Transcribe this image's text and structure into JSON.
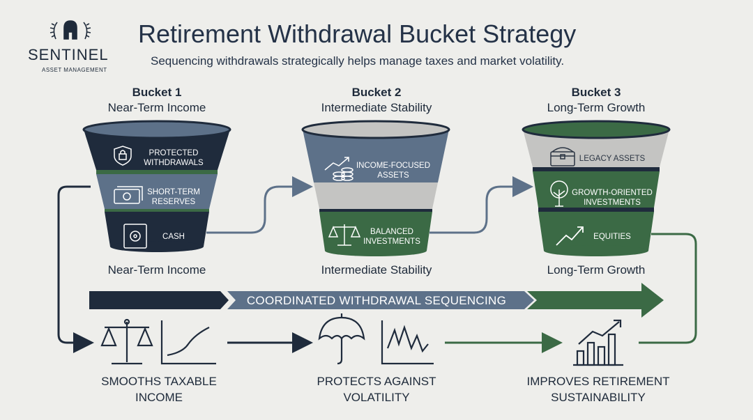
{
  "logo": {
    "name": "SENTINEL",
    "subname": "ASSET MANAGEMENT",
    "icon": "helmet-laurel-icon"
  },
  "header": {
    "title": "Retirement Withdrawal Bucket Strategy",
    "subtitle": "Sequencing withdrawals strategically helps manage taxes and market volatility."
  },
  "buckets": [
    {
      "number": "Bucket 1",
      "name": "Near-Term Income",
      "footer": "Near-Term Income",
      "segments": [
        {
          "label1": "PROTECTED",
          "label2": "WITHDRAWALS",
          "icon": "shield-lock-icon"
        },
        {
          "label1": "SHORT-TERM",
          "label2": "RESERVES",
          "icon": "cash-stack-icon"
        },
        {
          "label1": "CASH",
          "label2": "",
          "icon": "safe-icon"
        }
      ]
    },
    {
      "number": "Bucket 2",
      "name": "Intermediate Stability",
      "footer": "Intermediate Stability",
      "segments": [
        {
          "label1": "INCOME-FOCUSED",
          "label2": "ASSETS",
          "icon": "coins-growth-icon"
        },
        {
          "label1": "BALANCED",
          "label2": "INVESTMENTS",
          "icon": "balance-scale-icon"
        }
      ]
    },
    {
      "number": "Bucket 3",
      "name": "Long-Term Growth",
      "footer": "Long-Term Growth",
      "segments": [
        {
          "label1": "LEGACY ASSETS",
          "label2": "",
          "icon": "treasure-chest-icon"
        },
        {
          "label1": "GROWTH-ORIENTED",
          "label2": "INVESTMENTS",
          "icon": "tree-icon"
        },
        {
          "label1": "EQUITIES",
          "label2": "",
          "icon": "trend-up-icon"
        }
      ]
    }
  ],
  "band": {
    "label": "COORDINATED WITHDRAWAL SEQUENCING"
  },
  "benefits": [
    {
      "line1": "SMOOTHS TAXABLE",
      "line2": "INCOME",
      "icons": [
        "scale-icon",
        "smooth-curve-chart-icon"
      ]
    },
    {
      "line1": "PROTECTS AGAINST",
      "line2": "VOLATILITY",
      "icons": [
        "umbrella-icon",
        "volatile-line-chart-icon"
      ]
    },
    {
      "line1": "IMPROVES RETIREMENT",
      "line2": "SUSTAINABILITY",
      "icons": [
        "bar-chart-growth-icon"
      ]
    }
  ],
  "colors": {
    "navy": "#1f2b3c",
    "slate": "#5d7189",
    "green": "#3b6a45",
    "gray": "#c4c4c2",
    "background": "#eeeeeb"
  }
}
